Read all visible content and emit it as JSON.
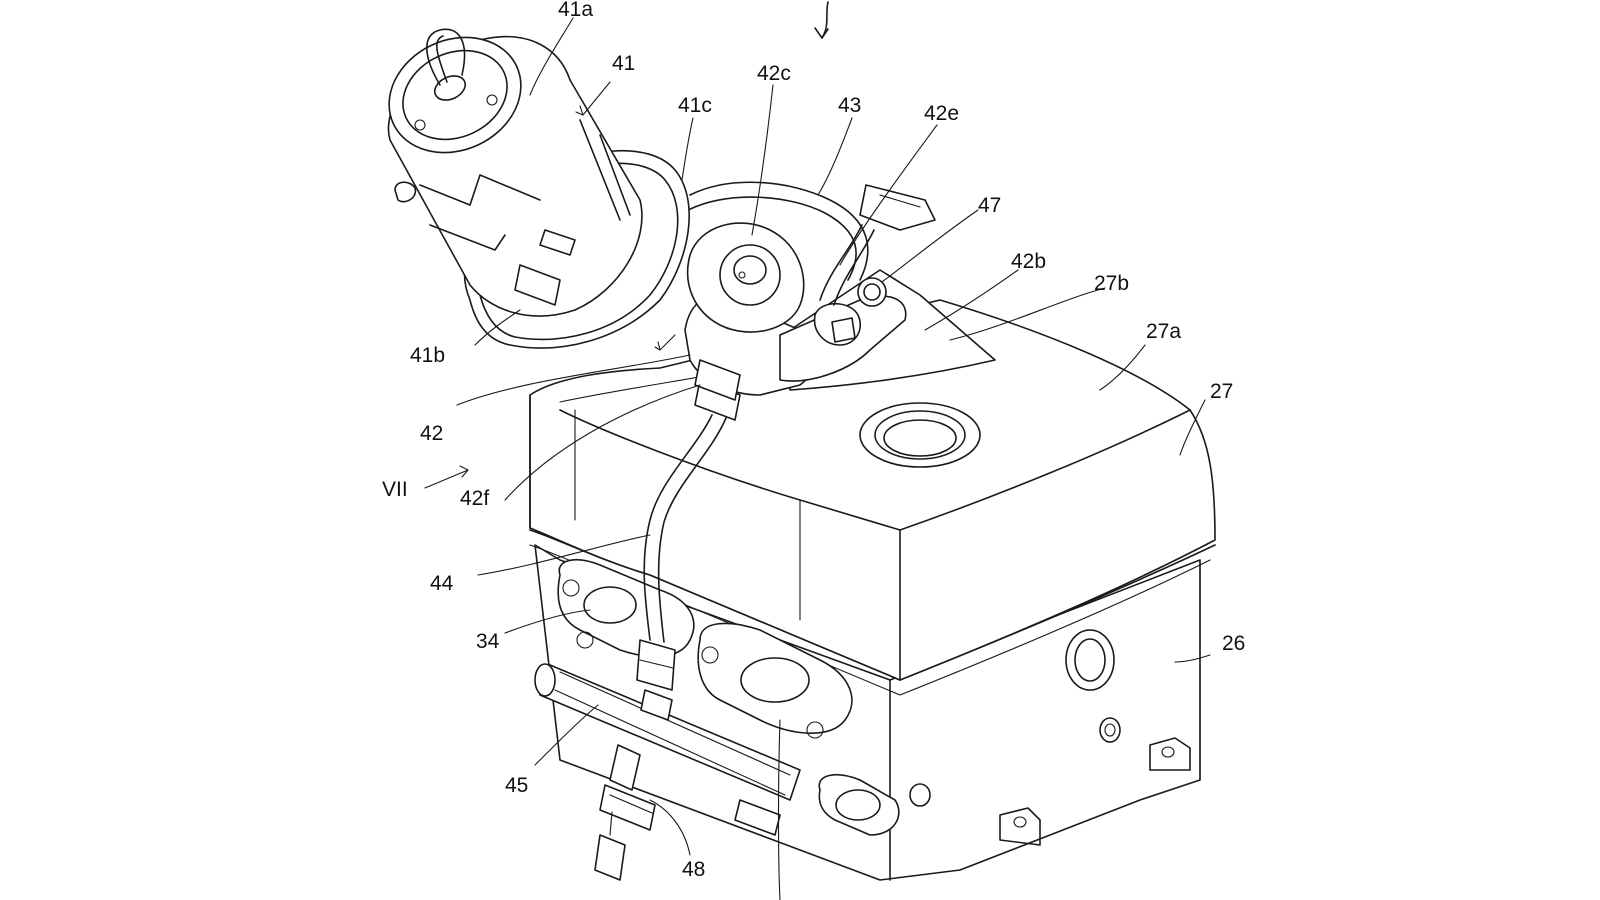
{
  "labels": {
    "l41a": "41a",
    "l41": "41",
    "l41c": "41c",
    "l42c": "42c",
    "l43": "43",
    "l42e": "42e",
    "l47": "47",
    "l42b": "42b",
    "l27b": "27b",
    "l27a": "27a",
    "l27": "27",
    "l41b": "41b",
    "l42": "42",
    "lVII": "VII",
    "l42f": "42f",
    "l44": "44",
    "l34": "34",
    "l26": "26",
    "l45": "45",
    "l48": "48"
  }
}
